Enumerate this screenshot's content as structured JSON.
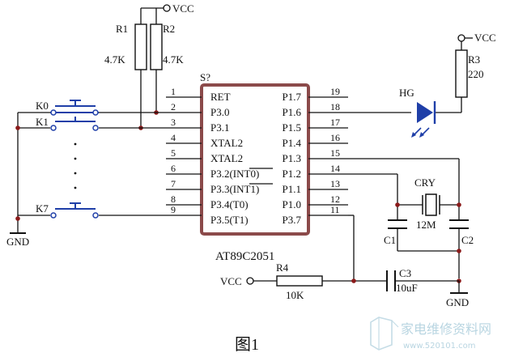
{
  "chip": {
    "name": "AT89C2051",
    "designator": "S?",
    "left_pins": [
      {
        "num": "1",
        "name": "RET"
      },
      {
        "num": "2",
        "name": "P3.0"
      },
      {
        "num": "3",
        "name": "P3.1"
      },
      {
        "num": "4",
        "name": "XTAL2"
      },
      {
        "num": "5",
        "name": "XTAL2"
      },
      {
        "num": "6",
        "name": "P3.2(INT0)"
      },
      {
        "num": "7",
        "name": "P3.3(INT1)"
      },
      {
        "num": "8",
        "name": "P3.4(T0)"
      },
      {
        "num": "9",
        "name": "P3.5(T1)"
      }
    ],
    "right_pins": [
      {
        "num": "19",
        "name": "P1.7"
      },
      {
        "num": "18",
        "name": "P1.6"
      },
      {
        "num": "17",
        "name": "P1.5"
      },
      {
        "num": "16",
        "name": "P1.4"
      },
      {
        "num": "15",
        "name": "P1.3"
      },
      {
        "num": "14",
        "name": "P1.2"
      },
      {
        "num": "13",
        "name": "P1.1"
      },
      {
        "num": "12",
        "name": "P1.0"
      },
      {
        "num": "11",
        "name": "P3.7"
      }
    ]
  },
  "components": {
    "r1": {
      "ref": "R1",
      "value": "4.7K"
    },
    "r2": {
      "ref": "R2",
      "value": "4.7K"
    },
    "r3": {
      "ref": "R3",
      "value": "220"
    },
    "r4": {
      "ref": "R4",
      "value": "10K"
    },
    "led": {
      "ref": "HG"
    },
    "crystal": {
      "ref": "CRY",
      "value": "12M"
    },
    "c1": {
      "ref": "C1"
    },
    "c2": {
      "ref": "C2"
    },
    "c3": {
      "ref": "C3",
      "value": "10uF"
    },
    "k0": {
      "ref": "K0"
    },
    "k1": {
      "ref": "K1"
    },
    "k7": {
      "ref": "K7"
    }
  },
  "power": {
    "vcc": "VCC",
    "gnd": "GND"
  },
  "caption": "图1",
  "watermark": {
    "title": "家电维修资料网",
    "url": "www.520101.com"
  },
  "colors": {
    "chip_border": "#8b4a4a",
    "switch": "#1f3fa8",
    "led": "#1f3fa8",
    "junction": "#8b1a1a"
  }
}
